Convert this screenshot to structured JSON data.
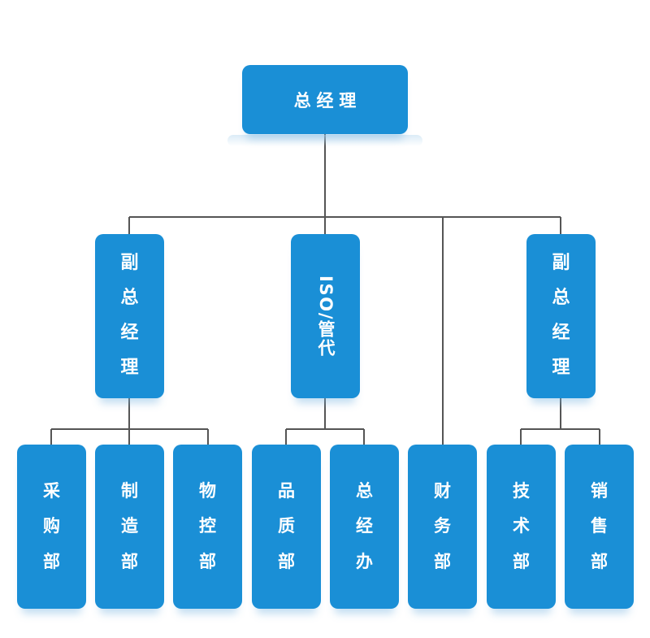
{
  "chart": {
    "colors": {
      "box": "#1a8fd6",
      "line": "#555555",
      "text": "#ffffff"
    },
    "root": "总经理",
    "second_level": [
      {
        "id": "vp1",
        "label": "副总经理"
      },
      {
        "id": "iso",
        "label": "ISO/管代"
      },
      {
        "id": "vp2",
        "label": "副总经理"
      }
    ],
    "departments": [
      {
        "id": "purchase",
        "label": "采购部",
        "parent": "vp1"
      },
      {
        "id": "manufacture",
        "label": "制造部",
        "parent": "vp1"
      },
      {
        "id": "materials",
        "label": "物控部",
        "parent": "vp1"
      },
      {
        "id": "quality",
        "label": "品质部",
        "parent": "iso"
      },
      {
        "id": "office",
        "label": "总经办",
        "parent": "iso"
      },
      {
        "id": "finance",
        "label": "财务部",
        "parent": "root"
      },
      {
        "id": "tech",
        "label": "技术部",
        "parent": "vp2"
      },
      {
        "id": "sales",
        "label": "销售部",
        "parent": "vp2"
      }
    ]
  }
}
